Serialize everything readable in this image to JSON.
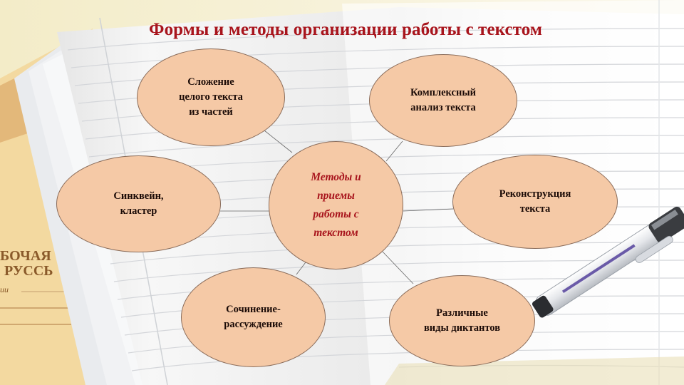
{
  "title": "Формы и методы организации работы с текстом",
  "colors": {
    "title": "#a8141c",
    "node_fill": "#f5c9a6",
    "node_border": "#8a6c5a",
    "center_text": "#a8141c",
    "node_text": "#1a0a06"
  },
  "center": {
    "label": "Методы и\nприемы\nработы с\nтекстом"
  },
  "nodes": [
    {
      "id": "top-left",
      "label": "Сложение\nцелого текста\nиз частей"
    },
    {
      "id": "top-right",
      "label": "Комплексный\nанализ текста"
    },
    {
      "id": "left",
      "label": "Синквейн,\nкластер"
    },
    {
      "id": "right",
      "label": "Реконструкция\nтекста"
    },
    {
      "id": "bottom-left",
      "label": "Сочинение-\nрассуждение"
    },
    {
      "id": "bottom-right",
      "label": "Различные\nвиды диктантов"
    }
  ],
  "background": {
    "book_cover_text": [
      "БОЧАЯ",
      "РУССЬ",
      "ии"
    ]
  }
}
